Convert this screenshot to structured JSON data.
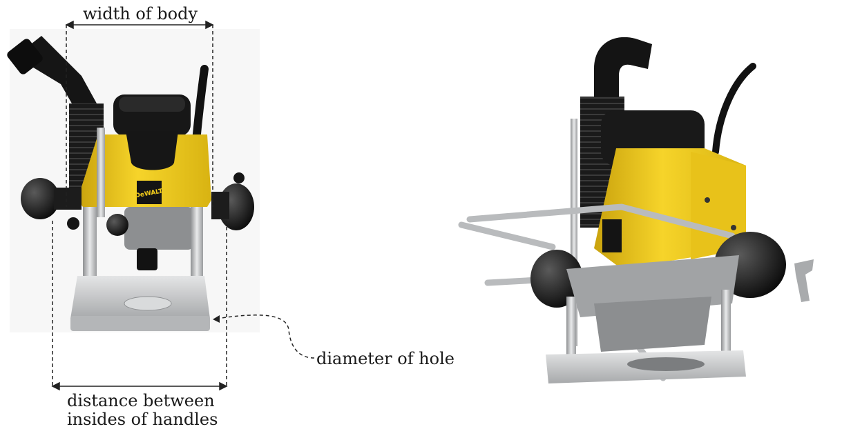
{
  "annotations": {
    "width_of_body": "width of body",
    "diameter_of_hole": "diameter of hole",
    "distance_line1": "distance between",
    "distance_line2": "insides of handles"
  },
  "brand": {
    "logo_text": "DeWALT"
  },
  "colors": {
    "body_yellow": "#f2cc1c",
    "housing_black": "#161616",
    "base_silver": "#c9cbcd",
    "annotation_line": "#222222"
  }
}
